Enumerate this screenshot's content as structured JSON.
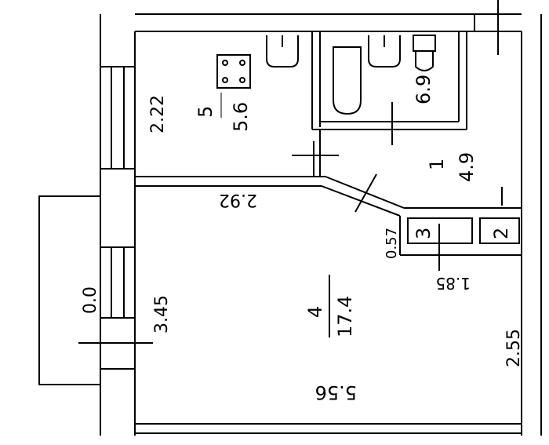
{
  "rooms": [
    {
      "number": "1",
      "area": "4.9"
    },
    {
      "number": "2",
      "area": ""
    },
    {
      "number": "3",
      "area": ""
    },
    {
      "number": "4",
      "area": "17.4"
    },
    {
      "number": "5",
      "area": "5.6"
    },
    {
      "number": "",
      "area": "6.9"
    }
  ],
  "dimensions": {
    "kitchen_width": "2.22",
    "window_wall": "3.45",
    "corridor_length": "2.92",
    "room_bottom": "5.56",
    "right_wall": "2.55",
    "niche": "1.85",
    "gap": "0.57",
    "balcony": "0.0"
  }
}
